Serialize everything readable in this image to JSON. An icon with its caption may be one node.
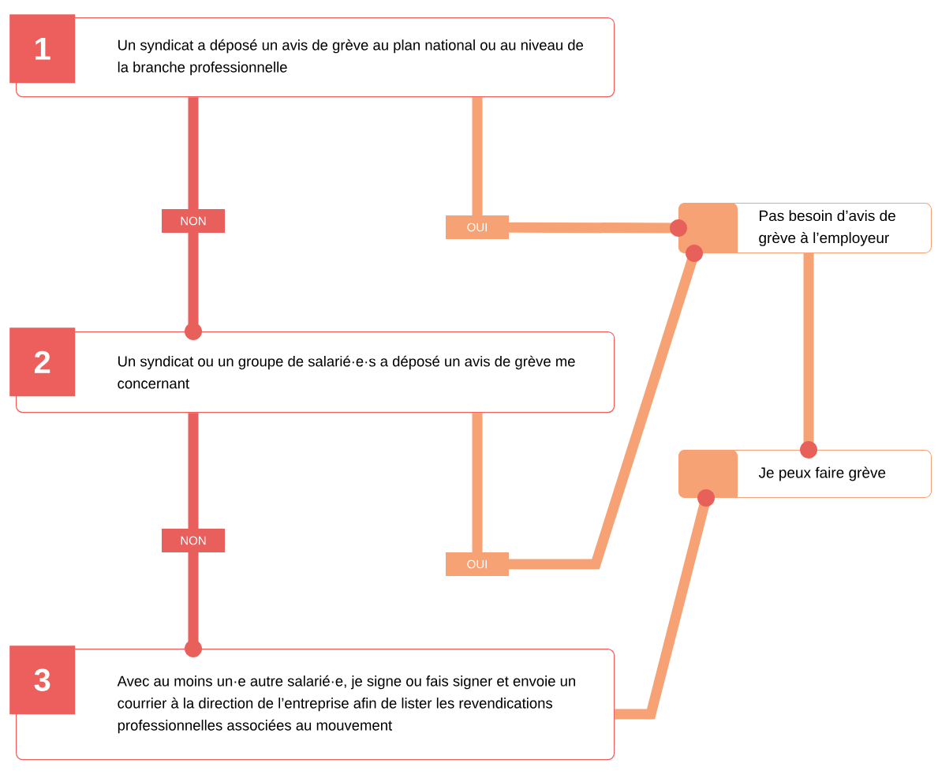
{
  "diagram": {
    "nodes": [
      {
        "text": [
          "1",
          "Un syndicat a déposé un avis de grève au plan national ou au niveau de la branche professionnelle"
        ]
      },
      {
        "text": [
          "2",
          "Un syndicat ou un groupe de salarié·e·s a déposé un avis de grève me concernant"
        ]
      },
      {
        "text": [
          "3",
          "Avec au moins un·e autre salarié·e, je signe ou fais signer et envoie un courrier à la direction de l’entreprise afin de lister les revendications professionnelles associées au mouvement"
        ]
      },
      {
        "text": [
          "Pas besoin d’avis de grève à l’employeur"
        ]
      },
      {
        "text": [
          "Je peux faire grève"
        ]
      }
    ],
    "edges": [
      {
        "from": 0,
        "to": 1,
        "arrow": "other",
        "label": "NON",
        "color": "#e95f5c"
      },
      {
        "from": 0,
        "to": 3,
        "arrow": "other",
        "label": "OUI"
      },
      {
        "from": 1,
        "to": 2,
        "arrow": "other",
        "label": "NON",
        "color": "#e95f5c"
      },
      {
        "from": 1,
        "to": 3,
        "arrow": "other",
        "label": "OUI"
      },
      {
        "from": 3,
        "to": 4,
        "arrow": "other"
      },
      {
        "from": 2,
        "to": 4,
        "arrow": "other"
      }
    ]
  }
}
